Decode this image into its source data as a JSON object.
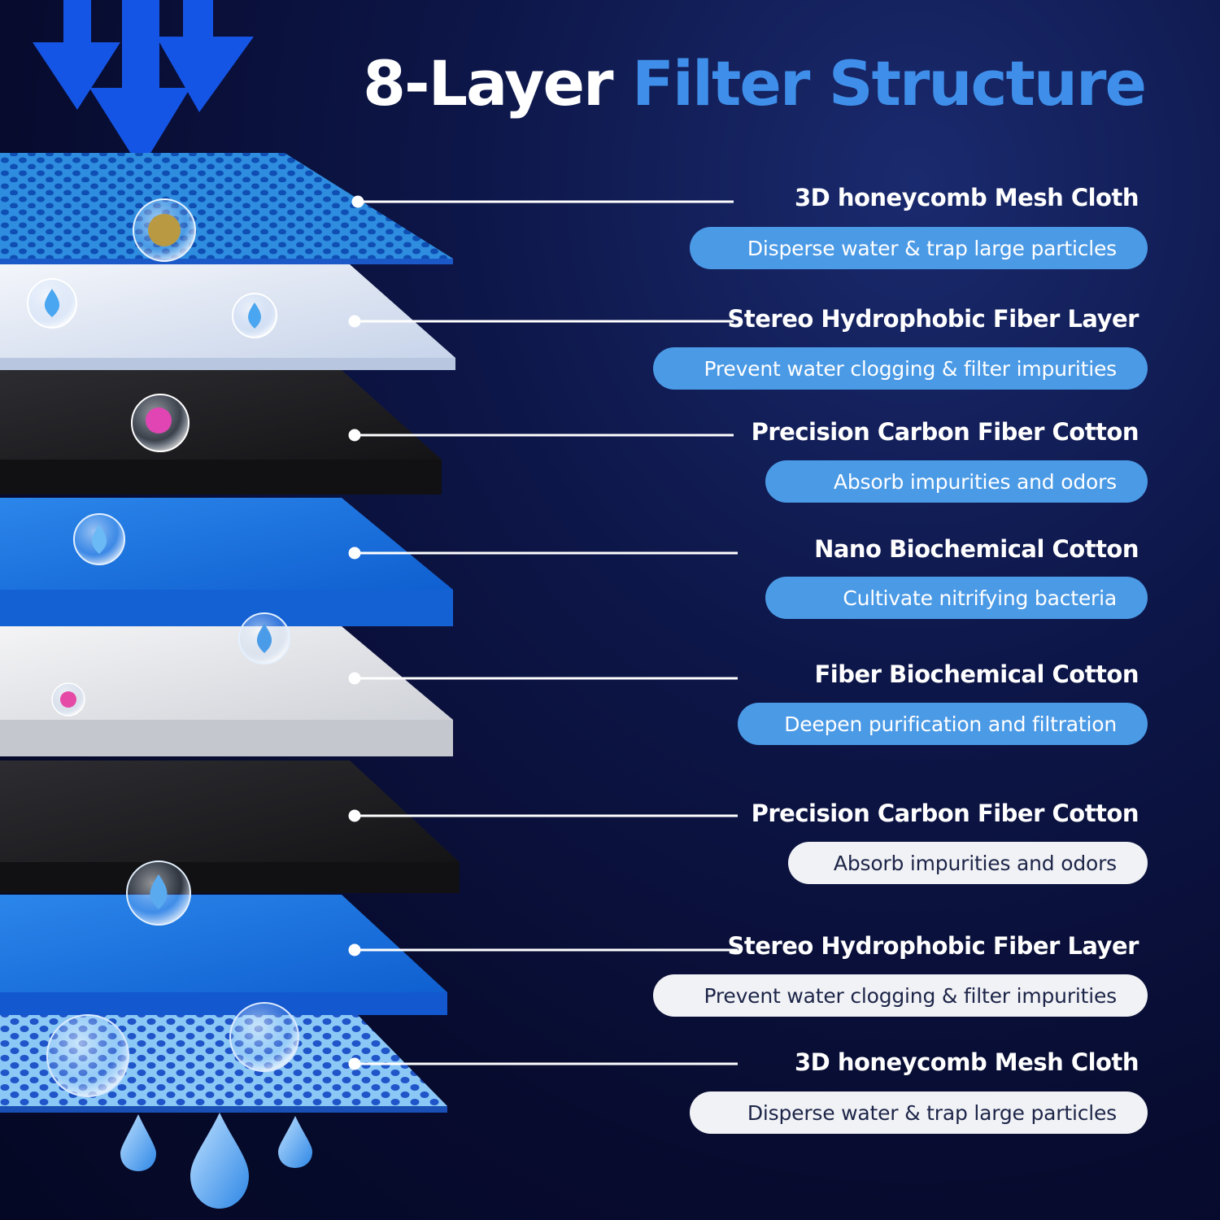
{
  "title": {
    "part1": "8-Layer",
    "part2": "Filter Structure"
  },
  "colors": {
    "accent": "#3f8fea",
    "pill_blue": "#4b9ae6",
    "pill_white": "#f1f2f6",
    "background": "#070b2e"
  },
  "layers": [
    {
      "name": "3D honeycomb Mesh Cloth",
      "desc": "Disperse water & trap large particles",
      "pill": "blue"
    },
    {
      "name": "Stereo Hydrophobic Fiber Layer",
      "desc": "Prevent water clogging & filter impurities",
      "pill": "blue"
    },
    {
      "name": "Precision Carbon Fiber Cotton",
      "desc": "Absorb impurities and odors",
      "pill": "blue"
    },
    {
      "name": "Nano Biochemical Cotton",
      "desc": "Cultivate nitrifying bacteria",
      "pill": "blue"
    },
    {
      "name": "Fiber Biochemical Cotton",
      "desc": "Deepen purification and filtration",
      "pill": "blue"
    },
    {
      "name": "Precision Carbon Fiber Cotton",
      "desc": "Absorb impurities and odors",
      "pill": "white"
    },
    {
      "name": "Stereo Hydrophobic Fiber Layer",
      "desc": "Prevent water clogging & filter impurities",
      "pill": "white"
    },
    {
      "name": "3D honeycomb Mesh Cloth",
      "desc": "Disperse water & trap large particles",
      "pill": "white"
    }
  ]
}
